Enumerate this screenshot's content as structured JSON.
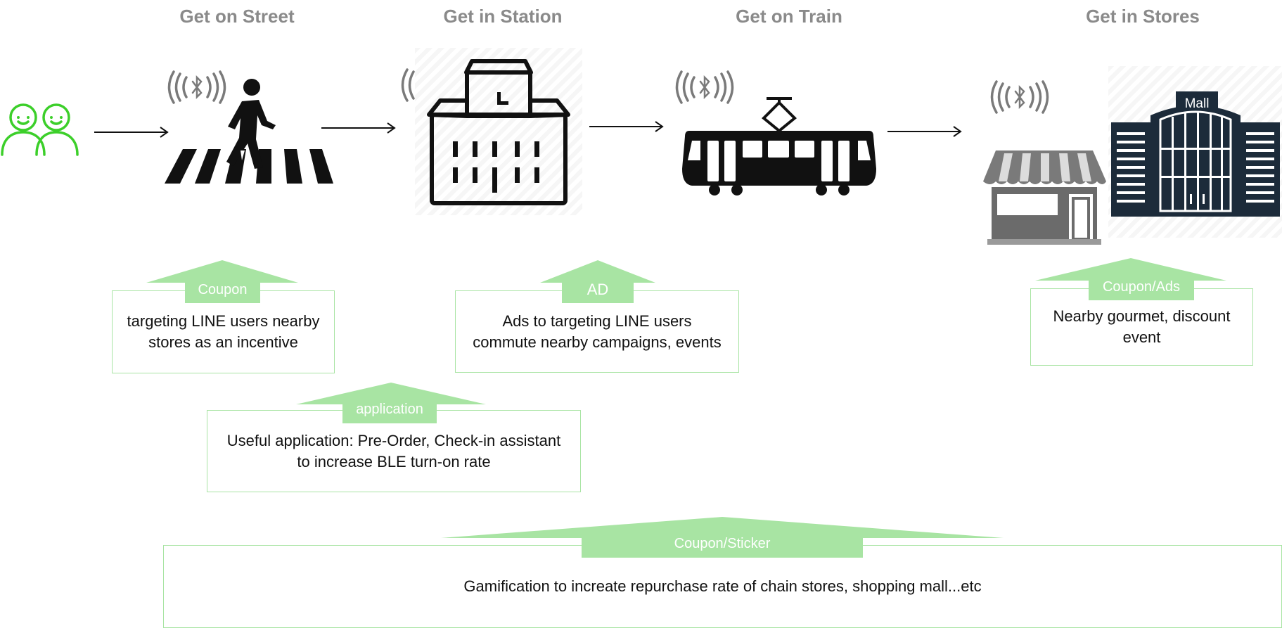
{
  "stages": [
    {
      "title": "Get on Street"
    },
    {
      "title": "Get in Station"
    },
    {
      "title": "Get on Train"
    },
    {
      "title": "Get in Stores"
    }
  ],
  "mall_label": "Mall",
  "callouts": {
    "street": {
      "tag": "Coupon",
      "text_lines": [
        "targeting LINE users nearby",
        "stores as an incentive"
      ]
    },
    "station": {
      "tag": "AD",
      "text_lines": [
        "Ads to targeting LINE users",
        "commute nearby campaigns, events"
      ]
    },
    "stores": {
      "tag": "Coupon/Ads",
      "text_lines": [
        "Nearby gourmet, discount",
        "event"
      ]
    },
    "application": {
      "tag": "application",
      "text_lines": [
        "Useful application: Pre-Order, Check-in assistant",
        "to increase BLE turn-on rate"
      ]
    },
    "gamification": {
      "tag": "Coupon/Sticker",
      "text_lines": [
        "Gamification to increate repurchase rate of chain stores, shopping mall...etc"
      ]
    }
  },
  "colors": {
    "accent_green": "#a8e4a3",
    "users_green": "#3ccf2a",
    "title_gray": "#8a8a8a",
    "mall_navy": "#1c2b3a"
  },
  "icons": [
    "users-icon",
    "ble-beacon-icon",
    "pedestrian-crossing-icon",
    "station-building-icon",
    "tram-icon",
    "storefront-icon",
    "mall-icon",
    "arrow-right-icon"
  ]
}
